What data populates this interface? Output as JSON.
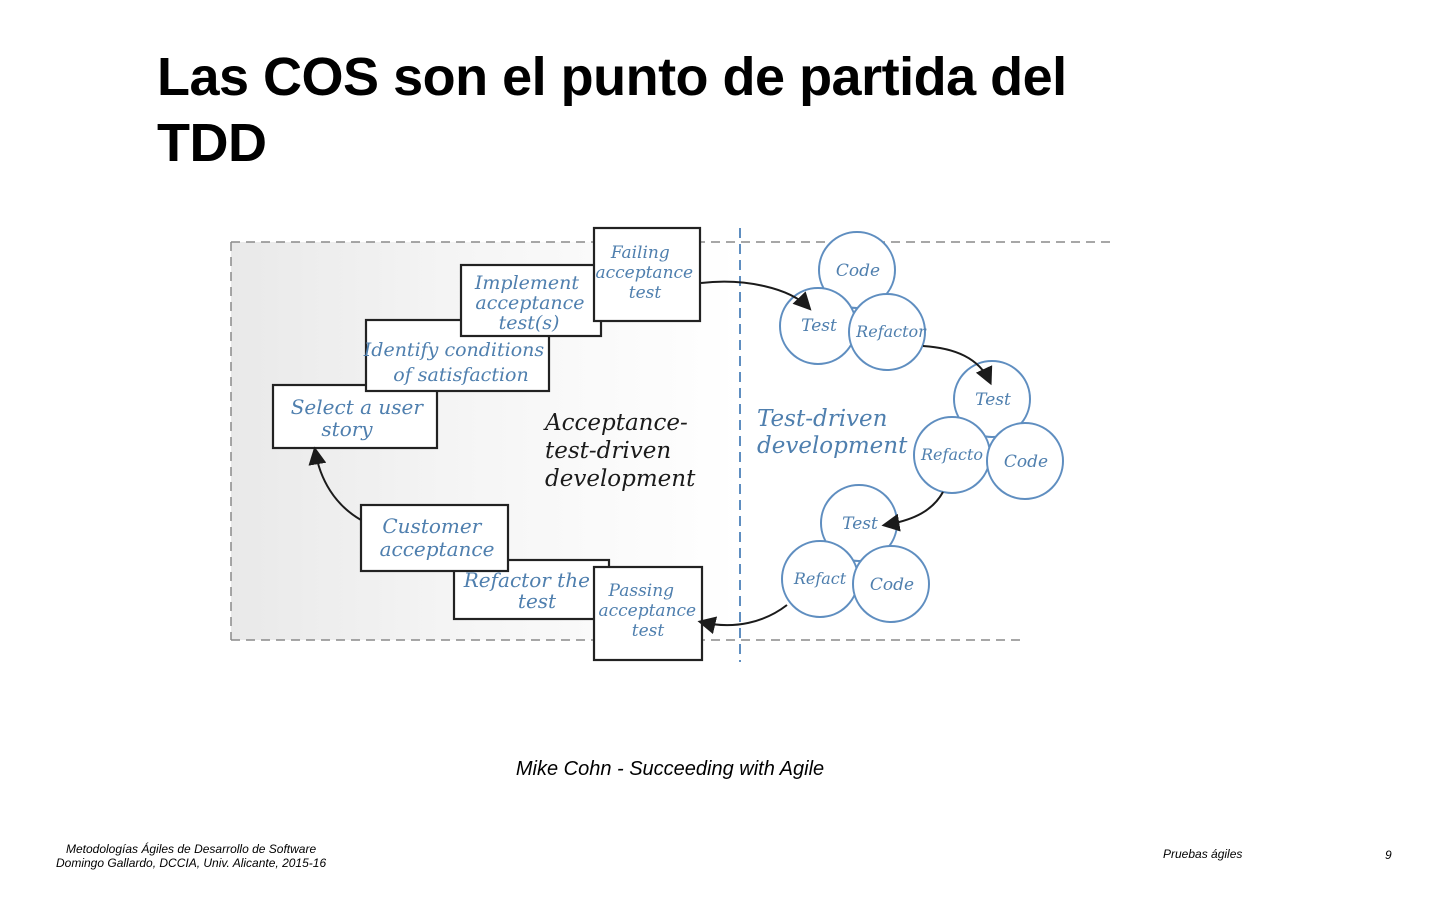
{
  "slide": {
    "title_line1": "Las COS son el punto de partida del",
    "title_line2": "TDD",
    "caption": "Mike Cohn - Succeeding with Agile",
    "footer": {
      "course": "Metodologías Ágiles de Desarrollo de Software",
      "author": "Domingo Gallardo, DCCIA, Univ. Alicante, 2015-16",
      "topic": "Pruebas ágiles",
      "page": "9"
    }
  },
  "diagram": {
    "atdd_title": [
      "Acceptance-",
      "test-driven",
      "development"
    ],
    "tdd_title": [
      "Test-driven",
      "development"
    ],
    "steps": {
      "select_story": [
        "Select a user",
        "story"
      ],
      "identify_conditions": [
        "Identify conditions",
        "of satisfaction"
      ],
      "implement_test": [
        "Implement",
        "acceptance",
        "test(s)"
      ],
      "failing_test": [
        "Failing",
        "acceptance",
        "test"
      ],
      "passing_test": [
        "Passing",
        "acceptance",
        "test"
      ],
      "refactor_test": [
        "Refactor the",
        "test"
      ],
      "customer_acceptance": [
        "Customer",
        "acceptance"
      ]
    },
    "cycle_labels": {
      "code": "Code",
      "test": "Test",
      "refactor_1": "Refactor",
      "refactor_2": "Refacto",
      "refactor_3": "Refact"
    },
    "colors": {
      "ink_blue": "#4f7fae",
      "ink_dark": "#1b1b1b",
      "circle_stroke": "#5f8ec0",
      "box_stroke": "#222222"
    }
  }
}
